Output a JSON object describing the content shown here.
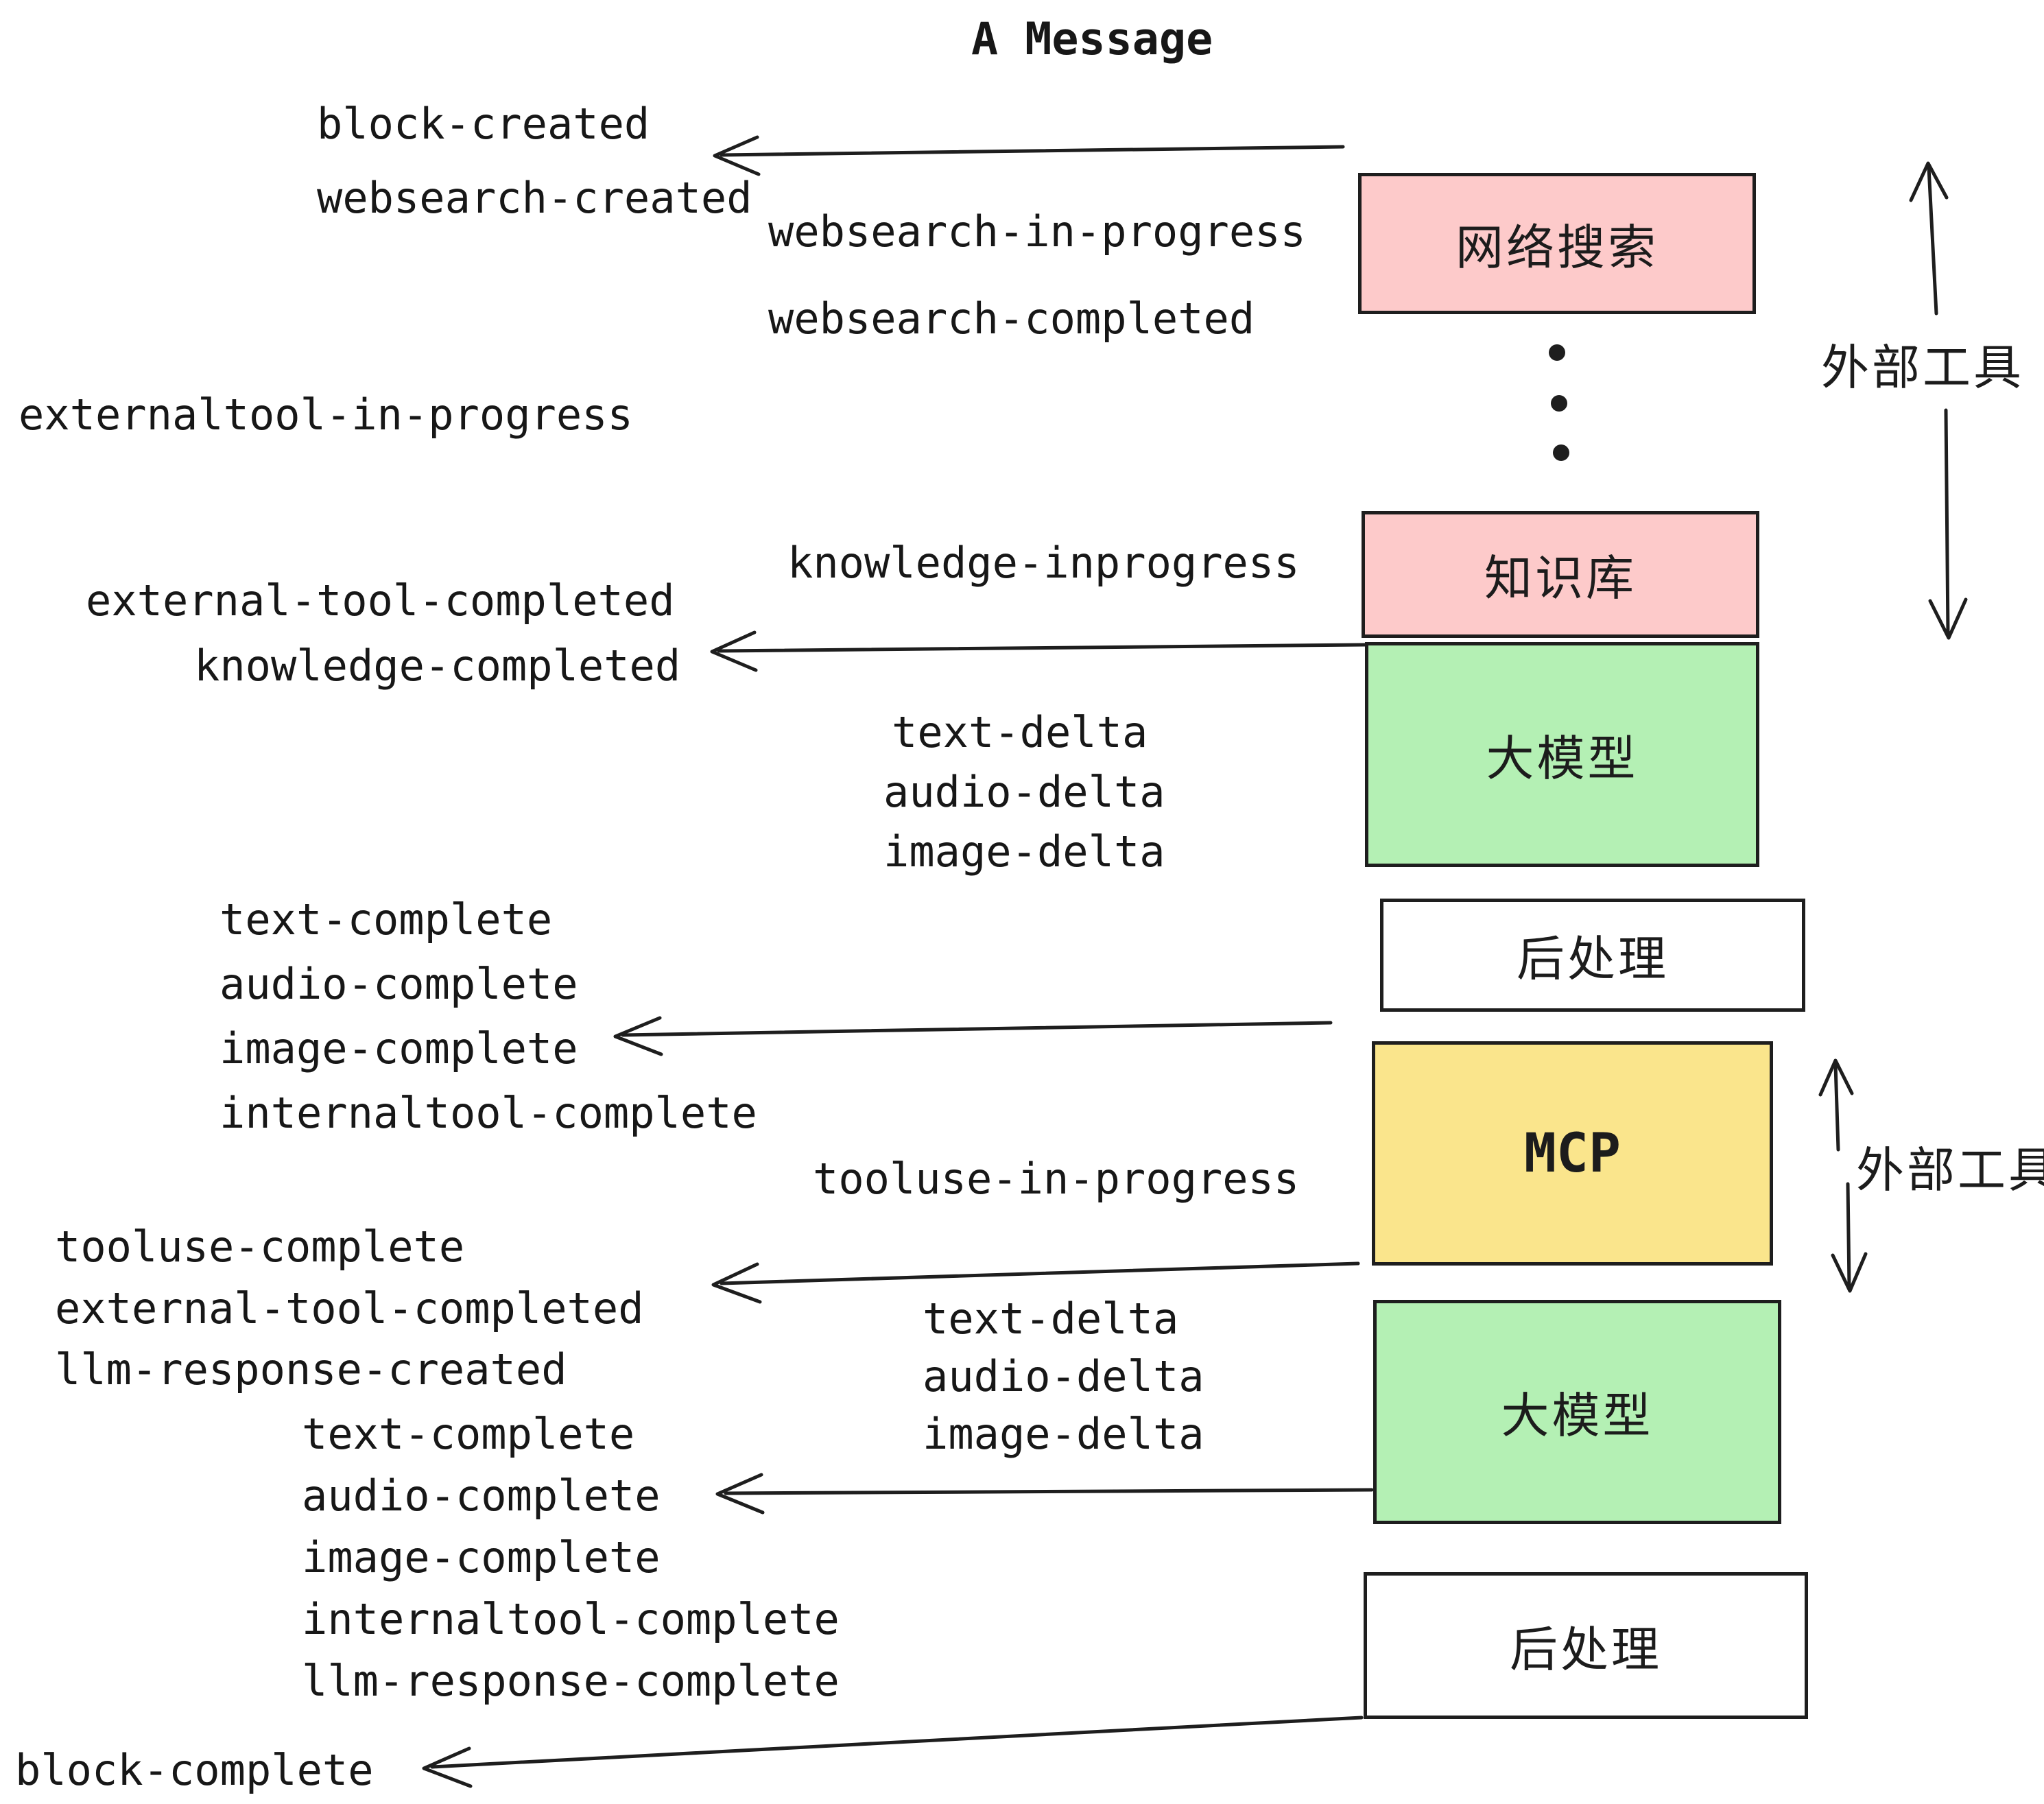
{
  "title": "A Message",
  "events": [
    "block-created",
    "websearch-created",
    "websearch-in-progress",
    "websearch-completed",
    "externaltool-in-progress",
    "knowledge-inprogress",
    "external-tool-completed",
    "knowledge-completed",
    "text-delta",
    "audio-delta",
    "image-delta",
    "text-complete",
    "audio-complete",
    "image-complete",
    "internaltool-complete",
    "tooluse-in-progress",
    "tooluse-complete",
    "external-tool-completed",
    "llm-response-created",
    "text-delta",
    "audio-delta",
    "image-delta",
    "text-complete",
    "audio-complete",
    "image-complete",
    "internaltool-complete",
    "llm-response-complete",
    "block-complete"
  ],
  "boxes": [
    {
      "label": "网络搜索",
      "kind": "websearch"
    },
    {
      "label": "知识库",
      "kind": "knowledge-base"
    },
    {
      "label": "大模型",
      "kind": "llm"
    },
    {
      "label": "后处理",
      "kind": "post-processing"
    },
    {
      "label": "MCP",
      "kind": "mcp"
    },
    {
      "label": "大模型",
      "kind": "llm"
    },
    {
      "label": "后处理",
      "kind": "post-processing"
    }
  ],
  "side_labels": [
    {
      "text": "外部工具"
    },
    {
      "text": "外部工具"
    }
  ],
  "colors": {
    "pink": "#fdcaca",
    "green": "#b4f0b4",
    "yellow": "#fae58c",
    "white": "#ffffff",
    "ink": "#1e1e1e"
  }
}
